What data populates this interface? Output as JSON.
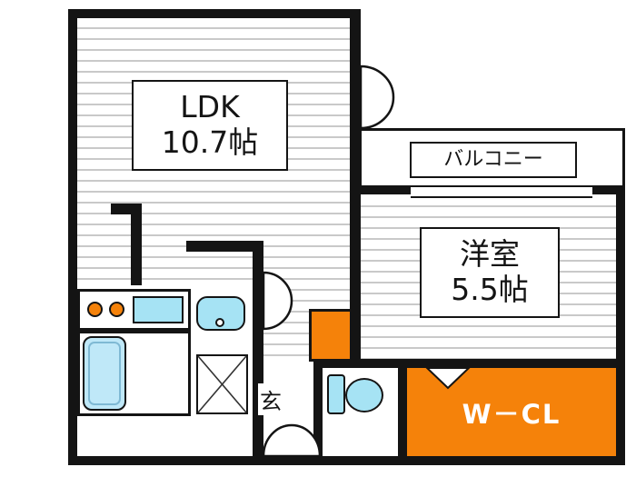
{
  "rooms": {
    "ldk": {
      "name": "LDK",
      "size": "10.7帖"
    },
    "western": {
      "name": "洋室",
      "size": "5.5帖"
    },
    "balcony": {
      "name": "バルコニー"
    },
    "wcl": {
      "name": "W－CL"
    },
    "entrance": {
      "name": "玄"
    }
  },
  "colors": {
    "wall": "#141414",
    "accent_orange": "#f5820a",
    "fixture_cyan": "#a6e3f4",
    "bath_blue": "#bfe8f8",
    "stripe_gray": "#c9c9c9"
  },
  "icons": {
    "bathtub": "bathtub-icon",
    "kitchen_sink": "sink-icon",
    "stove": "stove-burner-icon",
    "washbasin": "washbasin-icon",
    "washing_machine": "washing-machine-icon",
    "toilet": "toilet-icon",
    "door_swing": "door-swing-icon",
    "window": "window-icon",
    "closet_door": "closet-door-icon"
  }
}
